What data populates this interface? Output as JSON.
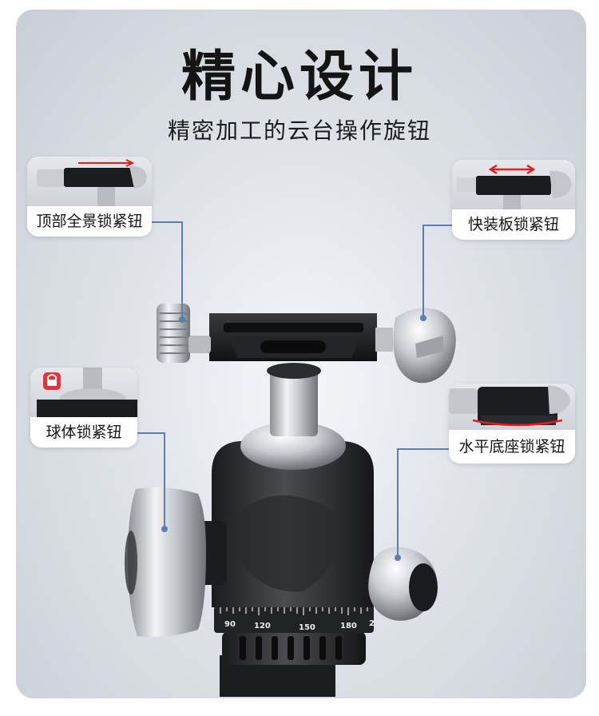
{
  "header": {
    "title": "精心设计",
    "subtitle": "精密加工的云台操作旋钮"
  },
  "callouts": {
    "top_pan_lock": "顶部全景锁紧钮",
    "quick_release_lock": "快装板锁紧钮",
    "ball_lock": "球体锁紧钮",
    "base_level_lock": "水平底座锁紧钮"
  },
  "scale": {
    "ticks": [
      "90",
      "120",
      "150",
      "180",
      "2"
    ]
  },
  "colors": {
    "leader_line": "#5b7fb0",
    "arrow_red": "#e02020",
    "lock_red": "#e8323a"
  }
}
